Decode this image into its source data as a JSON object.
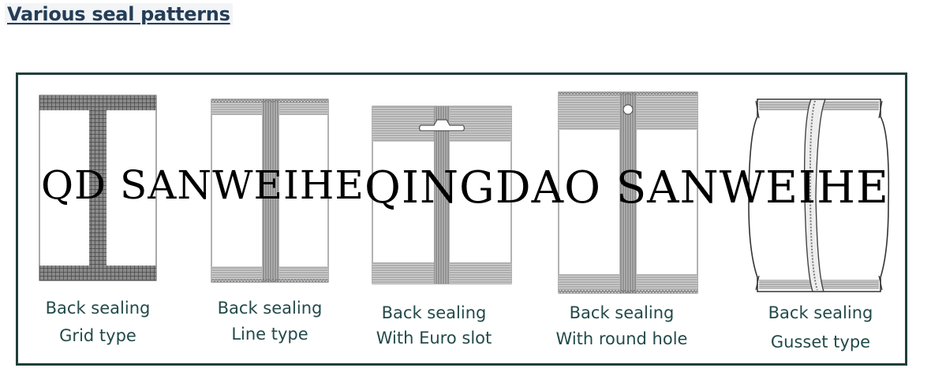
{
  "title": "Various seal patterns",
  "watermark": {
    "left_text": "QD SANWEIHE",
    "right_text": "QINGDAO SANWEIHE"
  },
  "items": [
    {
      "line1": "Back sealing",
      "line2": "Grid type",
      "icon": "grid-back-seal-bag-icon"
    },
    {
      "line1": "Back sealing",
      "line2": "Line type",
      "icon": "line-back-seal-bag-icon"
    },
    {
      "line1": "Back sealing",
      "line2": "With Euro slot",
      "icon": "euro-slot-bag-icon"
    },
    {
      "line1": "Back sealing",
      "line2": "With round hole",
      "icon": "round-hole-bag-icon"
    },
    {
      "line1": "Back sealing",
      "line2": "Gusset type",
      "icon": "gusset-bag-icon"
    }
  ],
  "colors": {
    "title": "#243d57",
    "frame": "#1f3f3a",
    "caption": "#234a4a",
    "seal": "#6d6d6d"
  }
}
